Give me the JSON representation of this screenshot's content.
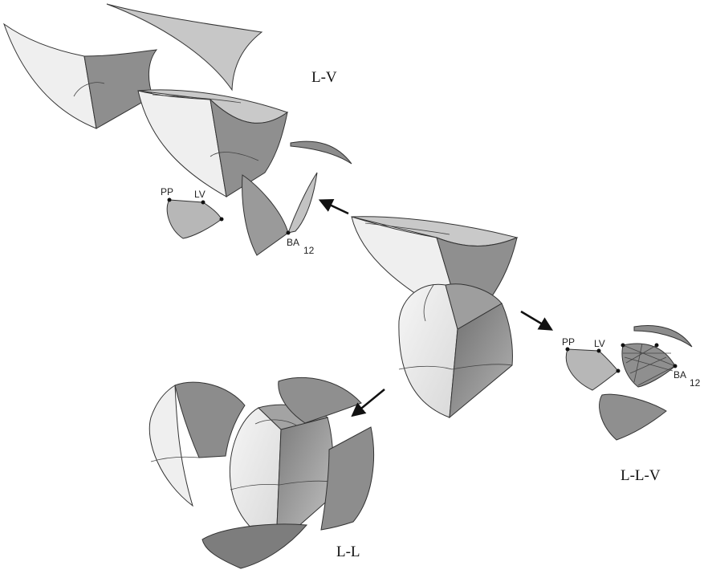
{
  "labels": {
    "lv": "L-V",
    "lll": "L-L-V",
    "ll": "L-L",
    "pp_1": "PP",
    "lv_1": "LV",
    "ba_1": "BA",
    "ba_1_sub": "12",
    "pp_2": "PP",
    "lv_2": "LV",
    "ba_2": "BA",
    "ba_2_sub": "12"
  },
  "colors": {
    "light": "#eeeeee",
    "mid": "#b8b8b8",
    "dark": "#8a8a8a",
    "darker": "#6f6f6f",
    "stroke": "#333333"
  }
}
